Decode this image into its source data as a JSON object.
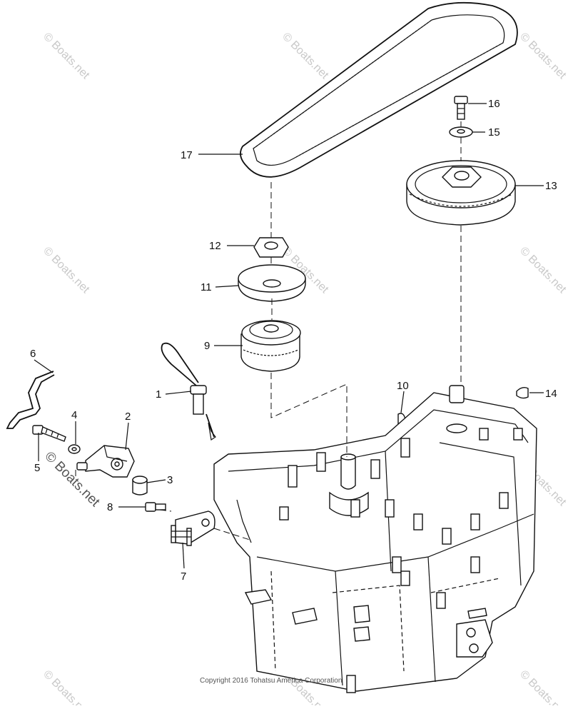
{
  "callouts": {
    "c1": "1",
    "c2": "2",
    "c3": "3",
    "c4": "4",
    "c5": "5",
    "c6": "6",
    "c7": "7",
    "c8": "8",
    "c9": "9",
    "c10": "10",
    "c11": "11",
    "c12": "12",
    "c13": "13",
    "c14": "14",
    "c15": "15",
    "c16": "16",
    "c17": "17"
  },
  "watermark": {
    "text": "© Boats.net",
    "prominent": "© Boats.net"
  },
  "copyright": "Copyright 2016 Tohatsu America Corporation"
}
